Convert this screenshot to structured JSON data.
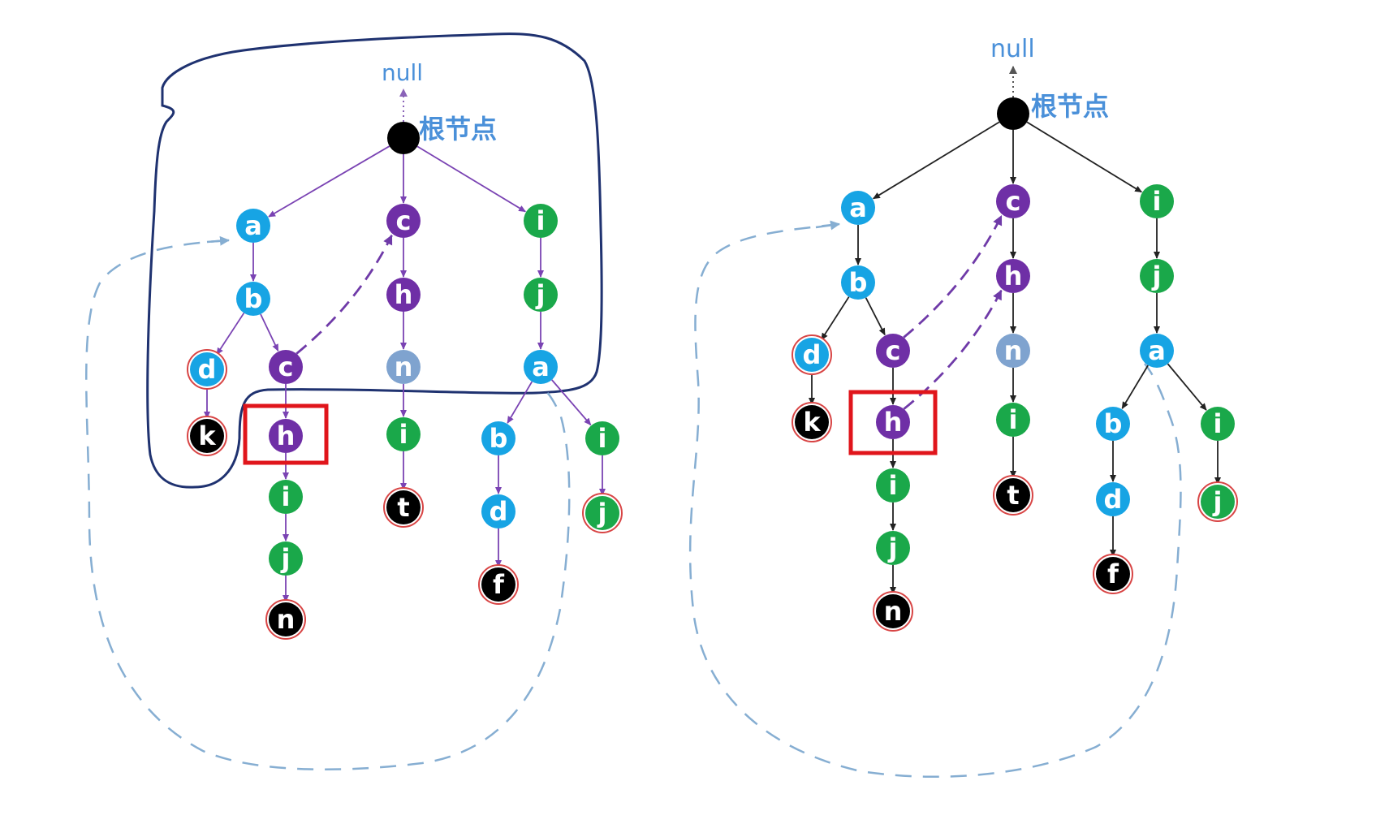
{
  "colors": {
    "blue": "#17a4e4",
    "purple": "#6f2fa6",
    "green": "#1aa84a",
    "grey": "#7fa3cf",
    "black": "#000000",
    "outline_red": "#d84545",
    "label_blue": "#4a90d9",
    "boundary_navy": "#1f3270",
    "highlight_red": "#e0151b",
    "fail_dash": "#6f3aa8",
    "loop_dash": "#86aed2",
    "left_edge": "#7a43b3",
    "right_edge": "#222222"
  },
  "diagrams": [
    {
      "id": "left",
      "root_label": "根节点",
      "null_label": "null",
      "nodes": [
        {
          "id": "a1",
          "label": "a",
          "color": "blue"
        },
        {
          "id": "c1",
          "label": "c",
          "color": "purple"
        },
        {
          "id": "i1",
          "label": "i",
          "color": "green"
        },
        {
          "id": "b1",
          "label": "b",
          "color": "blue"
        },
        {
          "id": "h1",
          "label": "h",
          "color": "purple"
        },
        {
          "id": "j1",
          "label": "j",
          "color": "green"
        },
        {
          "id": "d1",
          "label": "d",
          "color": "blue",
          "terminal": true
        },
        {
          "id": "c2",
          "label": "c",
          "color": "purple"
        },
        {
          "id": "n1",
          "label": "n",
          "color": "grey"
        },
        {
          "id": "a2",
          "label": "a",
          "color": "blue"
        },
        {
          "id": "k1",
          "label": "k",
          "color": "black",
          "terminal": true
        },
        {
          "id": "h2",
          "label": "h",
          "color": "purple",
          "highlighted": true
        },
        {
          "id": "i2",
          "label": "i",
          "color": "green"
        },
        {
          "id": "b2",
          "label": "b",
          "color": "blue"
        },
        {
          "id": "i3",
          "label": "i",
          "color": "green"
        },
        {
          "id": "i4",
          "label": "i",
          "color": "green"
        },
        {
          "id": "t1",
          "label": "t",
          "color": "black",
          "terminal": true
        },
        {
          "id": "d2",
          "label": "d",
          "color": "blue"
        },
        {
          "id": "j2",
          "label": "j",
          "color": "green",
          "terminal": true
        },
        {
          "id": "j3",
          "label": "j",
          "color": "green"
        },
        {
          "id": "f1",
          "label": "f",
          "color": "black",
          "terminal": true
        },
        {
          "id": "n2",
          "label": "n",
          "color": "black",
          "terminal": true
        }
      ],
      "edges": [
        [
          "root",
          "a1"
        ],
        [
          "root",
          "c1"
        ],
        [
          "root",
          "i1"
        ],
        [
          "a1",
          "b1"
        ],
        [
          "c1",
          "h1"
        ],
        [
          "i1",
          "j1"
        ],
        [
          "b1",
          "d1"
        ],
        [
          "b1",
          "c2"
        ],
        [
          "h1",
          "n1"
        ],
        [
          "j1",
          "a2"
        ],
        [
          "d1",
          "k1"
        ],
        [
          "c2",
          "h2"
        ],
        [
          "n1",
          "i2"
        ],
        [
          "a2",
          "b2"
        ],
        [
          "a2",
          "i3"
        ],
        [
          "h2",
          "i4"
        ],
        [
          "i2",
          "t1"
        ],
        [
          "b2",
          "d2"
        ],
        [
          "i3",
          "j2"
        ],
        [
          "i4",
          "j3"
        ],
        [
          "d2",
          "f1"
        ],
        [
          "j3",
          "n2"
        ]
      ],
      "fail_links": [
        [
          "c2",
          "c1"
        ]
      ]
    },
    {
      "id": "right",
      "root_label": "根节点",
      "null_label": "null",
      "nodes": [
        {
          "id": "a1",
          "label": "a",
          "color": "blue"
        },
        {
          "id": "c1",
          "label": "c",
          "color": "purple"
        },
        {
          "id": "i1",
          "label": "i",
          "color": "green"
        },
        {
          "id": "b1",
          "label": "b",
          "color": "blue"
        },
        {
          "id": "h1",
          "label": "h",
          "color": "purple"
        },
        {
          "id": "j1",
          "label": "j",
          "color": "green"
        },
        {
          "id": "d1",
          "label": "d",
          "color": "blue",
          "terminal": true
        },
        {
          "id": "c2",
          "label": "c",
          "color": "purple"
        },
        {
          "id": "n1",
          "label": "n",
          "color": "grey"
        },
        {
          "id": "a2",
          "label": "a",
          "color": "blue"
        },
        {
          "id": "k1",
          "label": "k",
          "color": "black",
          "terminal": true
        },
        {
          "id": "h2",
          "label": "h",
          "color": "purple",
          "highlighted": true
        },
        {
          "id": "i2",
          "label": "i",
          "color": "green"
        },
        {
          "id": "b2",
          "label": "b",
          "color": "blue"
        },
        {
          "id": "i3",
          "label": "i",
          "color": "green"
        },
        {
          "id": "i4",
          "label": "i",
          "color": "green"
        },
        {
          "id": "t1",
          "label": "t",
          "color": "black",
          "terminal": true
        },
        {
          "id": "d2",
          "label": "d",
          "color": "blue"
        },
        {
          "id": "j2",
          "label": "j",
          "color": "green",
          "terminal": true
        },
        {
          "id": "j3",
          "label": "j",
          "color": "green"
        },
        {
          "id": "f1",
          "label": "f",
          "color": "black",
          "terminal": true
        },
        {
          "id": "n2",
          "label": "n",
          "color": "black",
          "terminal": true
        }
      ],
      "edges": [
        [
          "root",
          "a1"
        ],
        [
          "root",
          "c1"
        ],
        [
          "root",
          "i1"
        ],
        [
          "a1",
          "b1"
        ],
        [
          "c1",
          "h1"
        ],
        [
          "i1",
          "j1"
        ],
        [
          "b1",
          "d1"
        ],
        [
          "b1",
          "c2"
        ],
        [
          "h1",
          "n1"
        ],
        [
          "j1",
          "a2"
        ],
        [
          "d1",
          "k1"
        ],
        [
          "c2",
          "h2"
        ],
        [
          "n1",
          "i2"
        ],
        [
          "a2",
          "b2"
        ],
        [
          "a2",
          "i3"
        ],
        [
          "h2",
          "i4"
        ],
        [
          "i2",
          "t1"
        ],
        [
          "b2",
          "d2"
        ],
        [
          "i3",
          "j2"
        ],
        [
          "i4",
          "j3"
        ],
        [
          "d2",
          "f1"
        ],
        [
          "j3",
          "n2"
        ]
      ],
      "fail_links": [
        [
          "c2",
          "c1"
        ],
        [
          "h2",
          "h1"
        ]
      ]
    }
  ]
}
